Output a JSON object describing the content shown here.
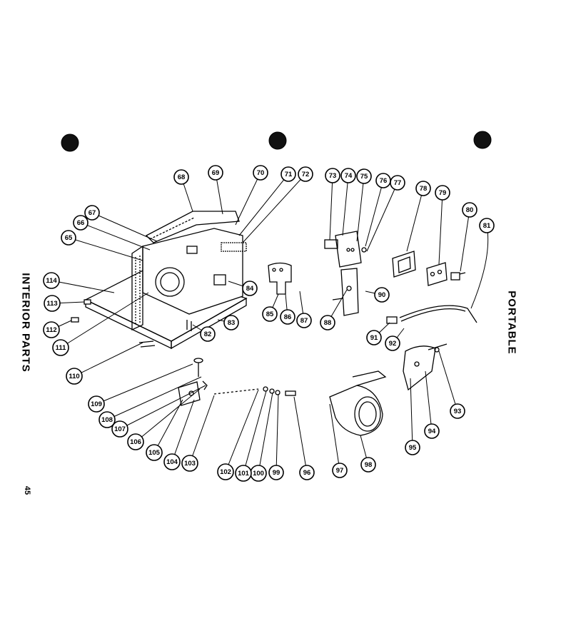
{
  "page": {
    "left_title": "INTERIOR PARTS",
    "right_title": "PORTABLE",
    "page_number": "45"
  },
  "callouts": [
    "65",
    "66",
    "67",
    "68",
    "69",
    "70",
    "71",
    "72",
    "73",
    "74",
    "75",
    "76",
    "77",
    "78",
    "79",
    "80",
    "81",
    "82",
    "83",
    "84",
    "85",
    "86",
    "87",
    "88",
    "90",
    "91",
    "92",
    "93",
    "94",
    "95",
    "96",
    "97",
    "98",
    "99",
    "100",
    "101",
    "102",
    "103",
    "104",
    "105",
    "106",
    "107",
    "108",
    "109",
    "110",
    "111",
    "112",
    "113",
    "114"
  ],
  "icons": {
    "binder_hole": "filled-circle"
  }
}
